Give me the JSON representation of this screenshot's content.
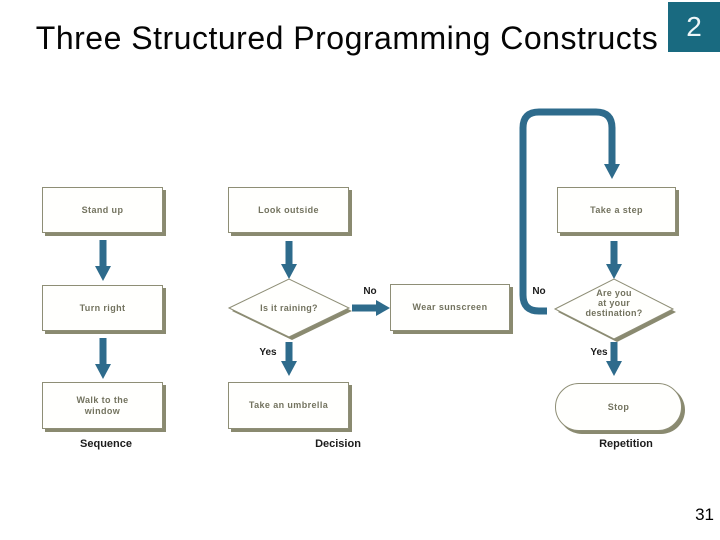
{
  "slide": {
    "title": "Three Structured Programming Constructs",
    "page_badge": "2",
    "page_number": "31"
  },
  "colors": {
    "badge_teal": "#196a80",
    "arrow_blue": "#2e6b8c",
    "node_border": "#8e8e76",
    "node_shadow": "#8a8a70",
    "node_text": "#73735f",
    "label_text": "#1c1c1c"
  },
  "flowchart": {
    "sequence": {
      "label": "Sequence",
      "step1": "Stand up",
      "step2": "Turn right",
      "step3_lines": [
        "Walk to the",
        "window"
      ]
    },
    "decision": {
      "label": "Decision",
      "step1": "Look outside",
      "condition": "Is it raining?",
      "no_label": "No",
      "no_step": "Wear sunscreen",
      "yes_label": "Yes",
      "yes_step": "Take an umbrella"
    },
    "repetition": {
      "label": "Repetition",
      "loop_step": "Take a step",
      "condition_lines": [
        "Are you",
        "at your",
        "destination?"
      ],
      "no_label": "No",
      "yes_label": "Yes",
      "terminator": "Stop"
    }
  }
}
